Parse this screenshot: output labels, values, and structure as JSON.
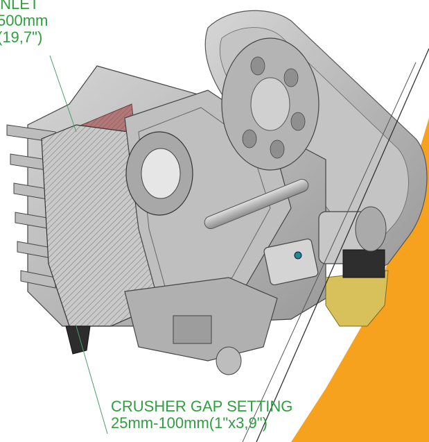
{
  "inlet": {
    "title": "INLET",
    "size_mm": "500mm",
    "size_in": "(19,7\")"
  },
  "gap_setting": {
    "title": "CRUSHER GAP SETTING",
    "range": "25mm-100mm(1\"x3,9\")"
  },
  "colors": {
    "label_green": "#2e9e3f",
    "accent_orange": "#f6a21e",
    "machine_gray": "#b9b9b9",
    "section_hatch": "#8a8a8a",
    "inlet_red": "#a86b6b",
    "gold_bracket": "#d8c15b"
  }
}
